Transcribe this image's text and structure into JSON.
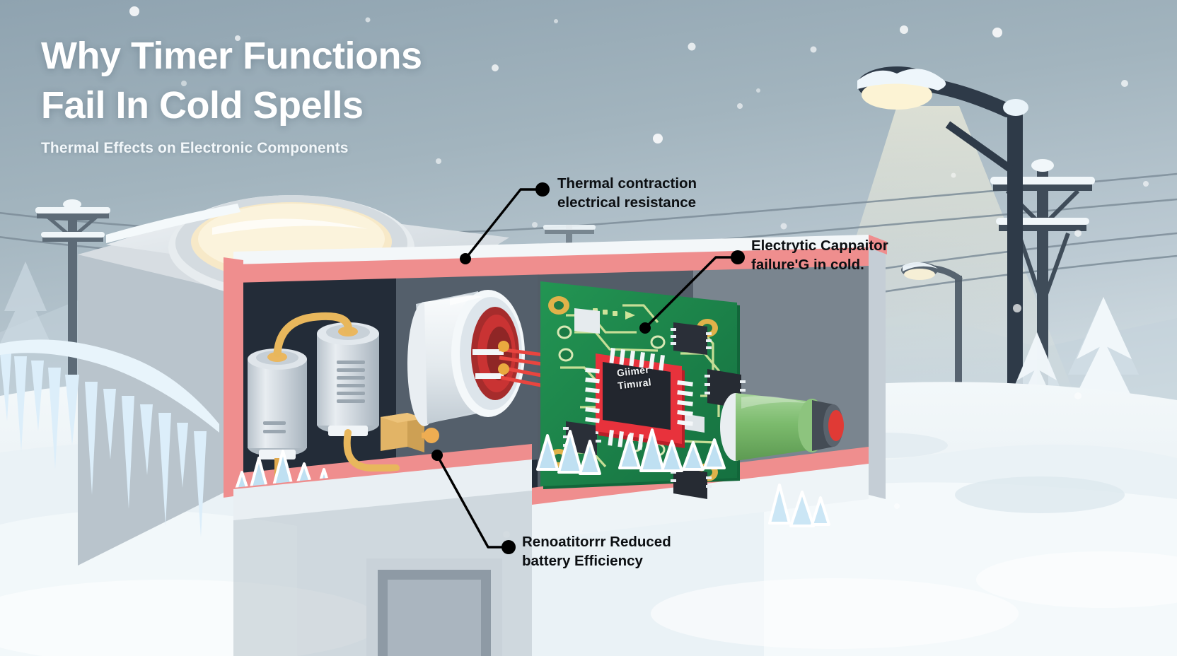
{
  "header": {
    "title": "Why Timer Functions\nFail In Cold Spells",
    "subtitle": "Thermal Effects on Electronic Components"
  },
  "callouts": [
    {
      "name": "thermal-contraction",
      "text": "Thermal contraction\nelectrical resistance"
    },
    {
      "name": "electrolytic-capacitor",
      "text": "Electrytic Cappaitor\nfailure'G in cold."
    },
    {
      "name": "battery-efficiency",
      "text": "Renoatitorrr Reduced\nbattery Efficiency"
    }
  ],
  "chip": {
    "label": "Giimer\nTimıral"
  },
  "colors": {
    "sky_top": "#8fa3b0",
    "sky_bottom": "#dfe8ec",
    "snow": "#eef4f7",
    "snow_shadow": "#cfdde5",
    "enclosure_body": "#d9dee2",
    "enclosure_side": "#aab6bf",
    "cutaway_edge": "#ef8e8e",
    "cavity": "#232c38",
    "pcb_green": "#1f8a4c",
    "pcb_green_dark": "#176b3b",
    "ic_red": "#e8323c",
    "chip_black": "#22262e",
    "capacitor_body": "#cfd6dd",
    "wire_gold": "#e8b75c",
    "battery_green": "#77b86a",
    "battery_cap_red": "#e03a35",
    "lamp_glow": "#fcf3d4",
    "pole_dark": "#2e3a48",
    "ice_crystal": "#b9dcf0",
    "callout_text": "#0c0f12",
    "title_text": "#ffffff"
  },
  "scene": {
    "type": "isometric-cutaway-illustration",
    "subject": "snow-covered outdoor timer enclosure with cutaway showing internal electronics",
    "background_elements": [
      "snowy-landscape",
      "falling-snow",
      "street-lamp-lit",
      "utility-poles",
      "power-lines",
      "snow-covered-pine-trees",
      "icicles"
    ],
    "interior_components": [
      "electrolytic-capacitor-left",
      "electrolytic-capacitor-right",
      "gold-jumper-wire",
      "terminal-block",
      "white-cylindrical-motor",
      "red-motor-core",
      "pcb-board",
      "timer-ic",
      "small-ic-chips",
      "gold-mounting-pads",
      "battery-cell",
      "ice-crystals"
    ]
  }
}
